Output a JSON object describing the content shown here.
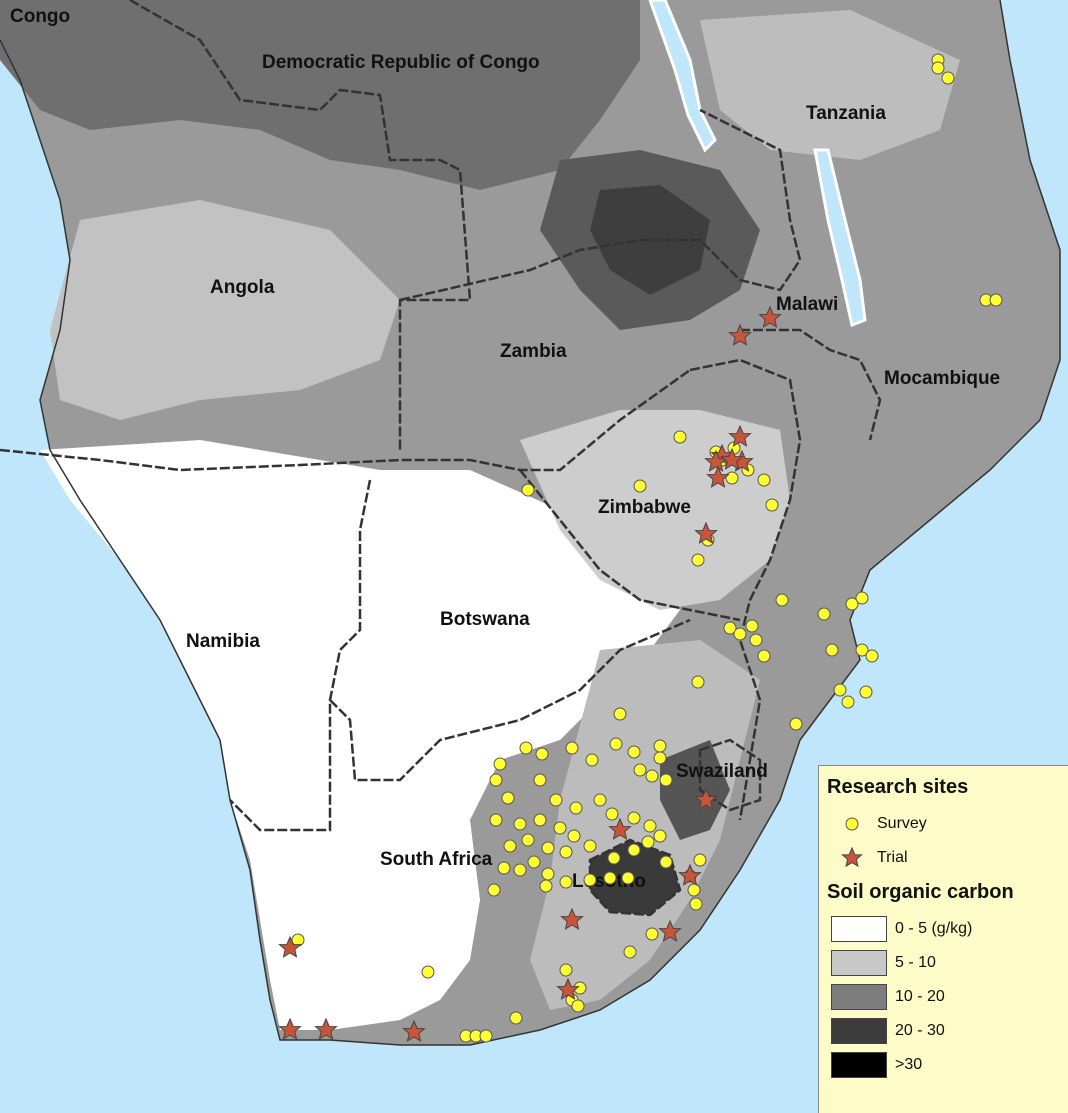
{
  "map": {
    "countries": [
      {
        "name": "Congo"
      },
      {
        "name": "Democratic Republic of Congo"
      },
      {
        "name": "Tanzania"
      },
      {
        "name": "Angola"
      },
      {
        "name": "Zambia"
      },
      {
        "name": "Malawi"
      },
      {
        "name": "Mocambique"
      },
      {
        "name": "Zimbabwe"
      },
      {
        "name": "Namibia"
      },
      {
        "name": "Botswana"
      },
      {
        "name": "Swaziland"
      },
      {
        "name": "South Africa"
      },
      {
        "name": "Lesotho"
      }
    ],
    "colors": {
      "ocean": "#bfe6fb",
      "survey_fill": "#ffff33",
      "trial_fill": "#c8553a",
      "border": "#333333"
    }
  },
  "legend": {
    "research_title": "Research sites",
    "survey_label": "Survey",
    "trial_label": "Trial",
    "soc_title": "Soil organic carbon",
    "classes": [
      {
        "label": "0 - 5 (g/kg)",
        "color": "#ffffff"
      },
      {
        "label": "5 - 10",
        "color": "#c8c8c8"
      },
      {
        "label": "10 - 20",
        "color": "#7d7d7d"
      },
      {
        "label": "20 - 30",
        "color": "#3c3c3c"
      },
      {
        "label": ">30",
        "color": "#000000"
      }
    ]
  }
}
